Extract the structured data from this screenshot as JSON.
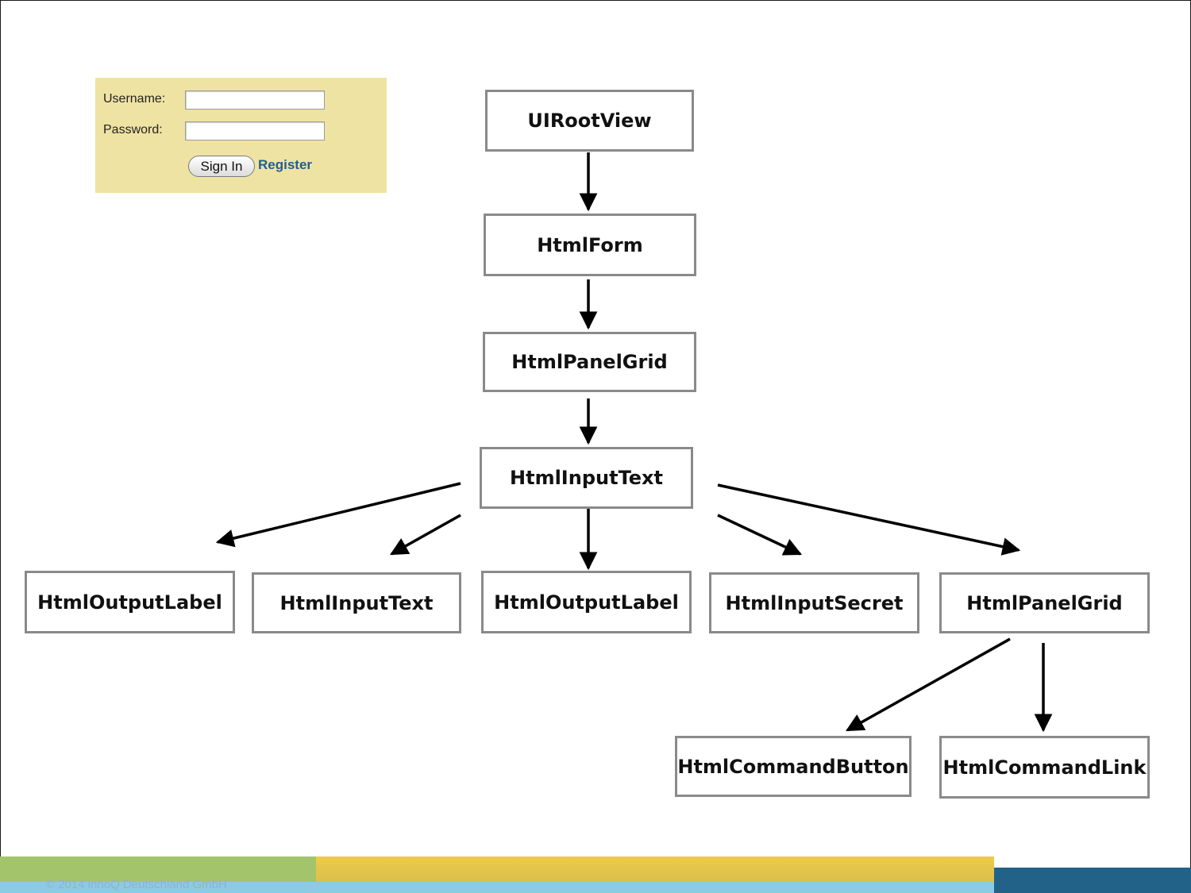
{
  "login": {
    "username_label": "Username:",
    "password_label": "Password:",
    "username_value": "",
    "password_value": "",
    "signin_label": "Sign In",
    "register_label": "Register",
    "background_color": "#efe3a3",
    "link_color": "#1f5f93"
  },
  "diagram": {
    "nodes": {
      "root": "UIRootView",
      "form": "HtmlForm",
      "panel_grid": "HtmlPanelGrid",
      "input_text_parent": "HtmlInputText",
      "output_label_1": "HtmlOutputLabel",
      "input_text_child": "HtmlInputText",
      "output_label_2": "HtmlOutputLabel",
      "input_secret": "HtmlInputSecret",
      "panel_grid_child": "HtmlPanelGrid",
      "command_button": "HtmlCommandButton",
      "command_link": "HtmlCommandLink"
    },
    "edges": [
      [
        "root",
        "form"
      ],
      [
        "form",
        "panel_grid"
      ],
      [
        "panel_grid",
        "input_text_parent"
      ],
      [
        "input_text_parent",
        "output_label_1"
      ],
      [
        "input_text_parent",
        "input_text_child"
      ],
      [
        "input_text_parent",
        "output_label_2"
      ],
      [
        "input_text_parent",
        "input_secret"
      ],
      [
        "input_text_parent",
        "panel_grid_child"
      ],
      [
        "panel_grid_child",
        "command_button"
      ],
      [
        "panel_grid_child",
        "command_link"
      ]
    ],
    "node_border_color": "#8a8a8a",
    "arrow_color": "#000000"
  },
  "footer": {
    "copyright": "© 2014 innoQ Deutschland GmbH",
    "colors": [
      "#a4c46c",
      "#eec94a",
      "#8ccbe4",
      "#226289"
    ]
  }
}
